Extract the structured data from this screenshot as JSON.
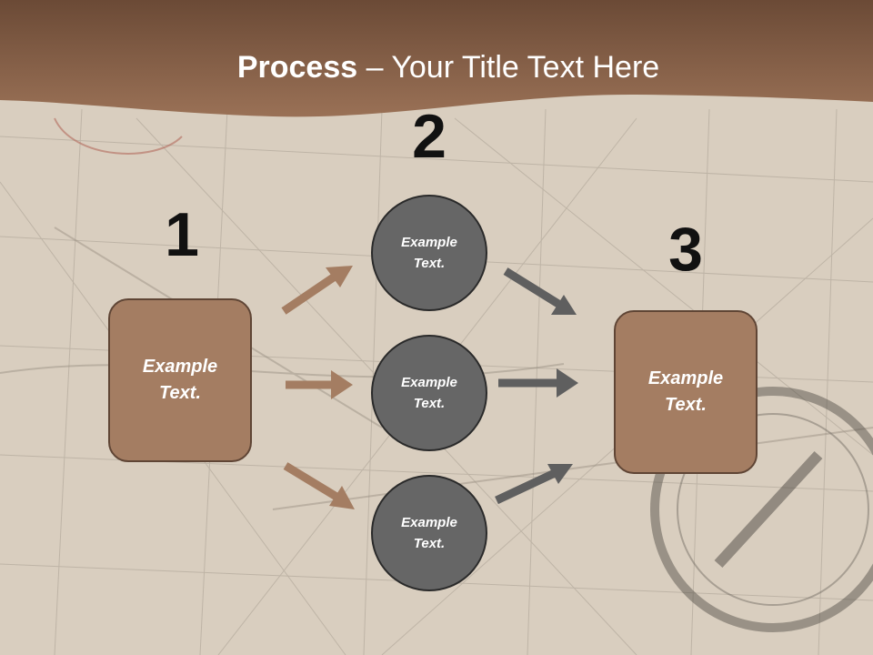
{
  "title": {
    "bold": "Process",
    "rest": " – Your Title Text Here"
  },
  "steps": {
    "one": "1",
    "two": "2",
    "three": "3"
  },
  "start_box": {
    "text": "Example Text."
  },
  "circles": [
    {
      "text": "Example Text."
    },
    {
      "text": "Example Text."
    },
    {
      "text": "Example Text."
    }
  ],
  "end_box": {
    "text": "Example Text."
  },
  "colors": {
    "header_brown": "#7a5843",
    "box_brown": "#a47d62",
    "circle_gray": "#666666",
    "arrow_brown": "#a47d62",
    "arrow_gray": "#5f5f5f"
  }
}
